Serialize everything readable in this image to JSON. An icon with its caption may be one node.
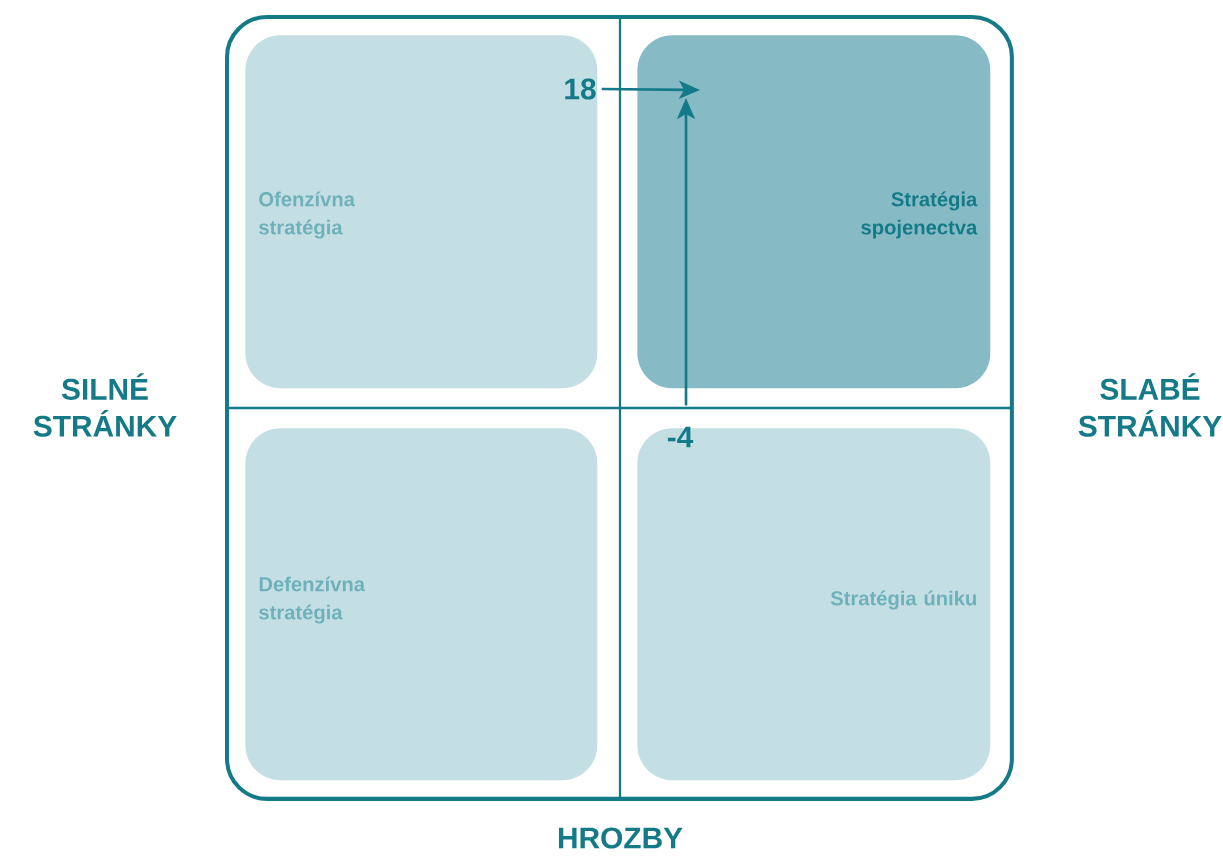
{
  "diagram": {
    "nodes": [
      {
        "text": [],
        "shape": "box"
      },
      {
        "text": [
          "Ofenzívna stratégia"
        ],
        "in": 0
      },
      {
        "text": [
          "Stratégia spojenectva"
        ],
        "in": 0
      },
      {
        "text": [
          "Defenzívna stratégia"
        ],
        "in": 0
      },
      {
        "text": [
          "Stratégia úniku"
        ],
        "in": 0
      },
      {
        "text": [
          "18"
        ],
        "in": 1
      },
      {
        "text": [
          "-4"
        ],
        "in": 4
      }
    ],
    "edges": [
      {
        "from": 5,
        "to": 2,
        "arrow": "to"
      },
      {
        "from": 6,
        "to": 2,
        "arrow": "to"
      }
    ],
    "labels": [
      "SILNÉ STRÁNKY",
      "SLABÉ STRÁNKY",
      "HROZBY"
    ]
  }
}
